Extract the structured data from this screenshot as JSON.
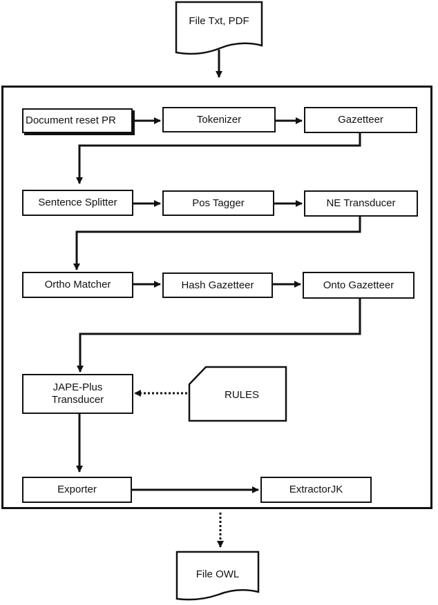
{
  "input_document": {
    "label": "File Txt, PDF"
  },
  "output_document": {
    "label": "File OWL"
  },
  "rules_document": {
    "label": "RULES"
  },
  "steps": {
    "document_reset": "Document reset PR",
    "tokenizer": "Tokenizer",
    "gazetteer": "Gazetteer",
    "sentence_splitter": "Sentence Splitter",
    "pos_tagger": "Pos Tagger",
    "ne_transducer": "NE Transducer",
    "ortho_matcher": "Ortho Matcher",
    "hash_gazetteer": "Hash Gazetteer",
    "onto_gazetteer": "Onto Gazetteer",
    "jape_plus_line1": "JAPE-Plus",
    "jape_plus_line2": "Transducer",
    "exporter": "Exporter",
    "extractor": "ExtractorJK"
  }
}
